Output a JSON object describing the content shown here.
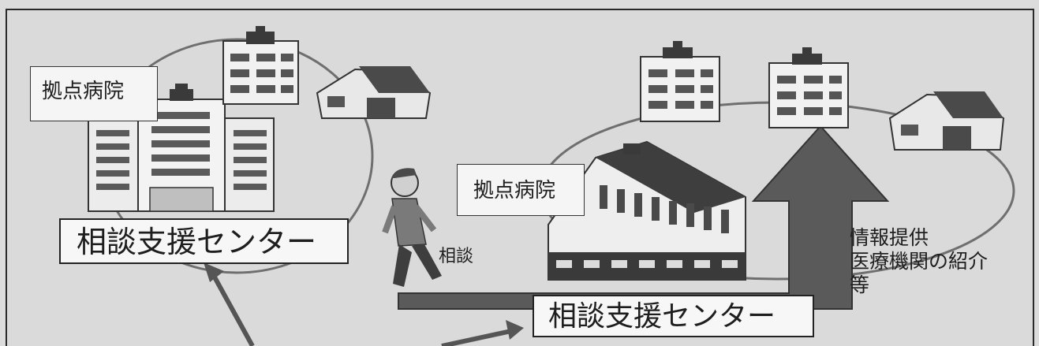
{
  "left_cluster": {
    "hospital_label": "拠点病院",
    "center_label": "相談支援センター"
  },
  "right_cluster": {
    "hospital_label": "拠点病院",
    "center_label": "相談支援センター",
    "info_lines": [
      "情報提供",
      "医療機関の紹介",
      "等"
    ]
  },
  "person": {
    "caption": "相談"
  },
  "colors": {
    "background": "#dadada",
    "building_fill": "#f2f2f2",
    "building_dark": "#3a3a3a",
    "arrow_fill": "#5e5e5e",
    "network_line": "#7a7a7a"
  }
}
